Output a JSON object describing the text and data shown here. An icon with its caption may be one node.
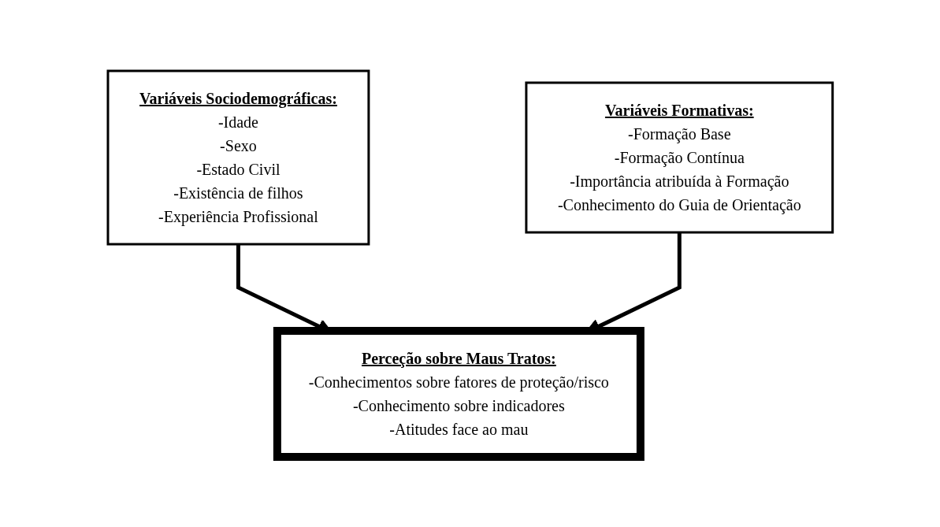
{
  "diagram": {
    "nodes": [
      {
        "text": [
          "Variáveis Sociodemográficas:",
          "-Idade",
          "-Sexo",
          "-Estado Civil",
          "-Existência de filhos",
          "-Experiência Profissional"
        ]
      },
      {
        "text": [
          "Variáveis Formativas:",
          "-Formação Base",
          "-Formação Contínua",
          "-Importância atribuída à Formação",
          "-Conhecimento do Guia de Orientação"
        ]
      },
      {
        "text": [
          "Perceção sobre Maus Tratos:",
          "-Conhecimentos sobre fatores de proteção/risco",
          "-Conhecimento sobre indicadores",
          "-Atitudes face ao mau"
        ]
      }
    ],
    "edges": [
      {
        "from": 0,
        "to": 2,
        "arrow": "to"
      },
      {
        "from": 1,
        "to": 2,
        "arrow": "to"
      }
    ]
  }
}
